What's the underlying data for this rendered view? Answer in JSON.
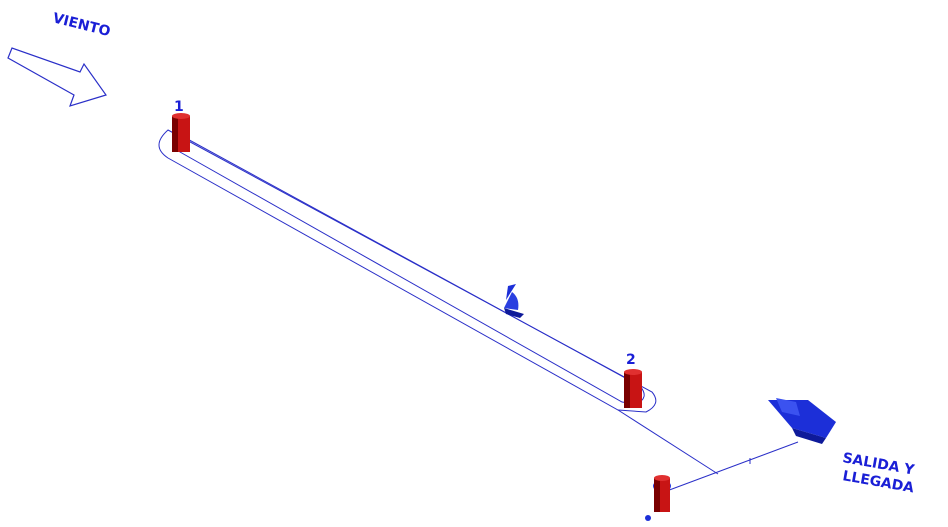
{
  "labels": {
    "wind": "VIENTO",
    "start_finish_line1": "SALIDA Y",
    "start_finish_line2": "LLEGADA"
  },
  "marks": [
    {
      "number": "1"
    },
    {
      "number": "2"
    }
  ],
  "colors": {
    "line": "#2a2fc8",
    "label": "#1a1fd6",
    "buoy": "#c81414",
    "buoy_dark": "#7a0000",
    "boat": "#1c2fd8"
  }
}
